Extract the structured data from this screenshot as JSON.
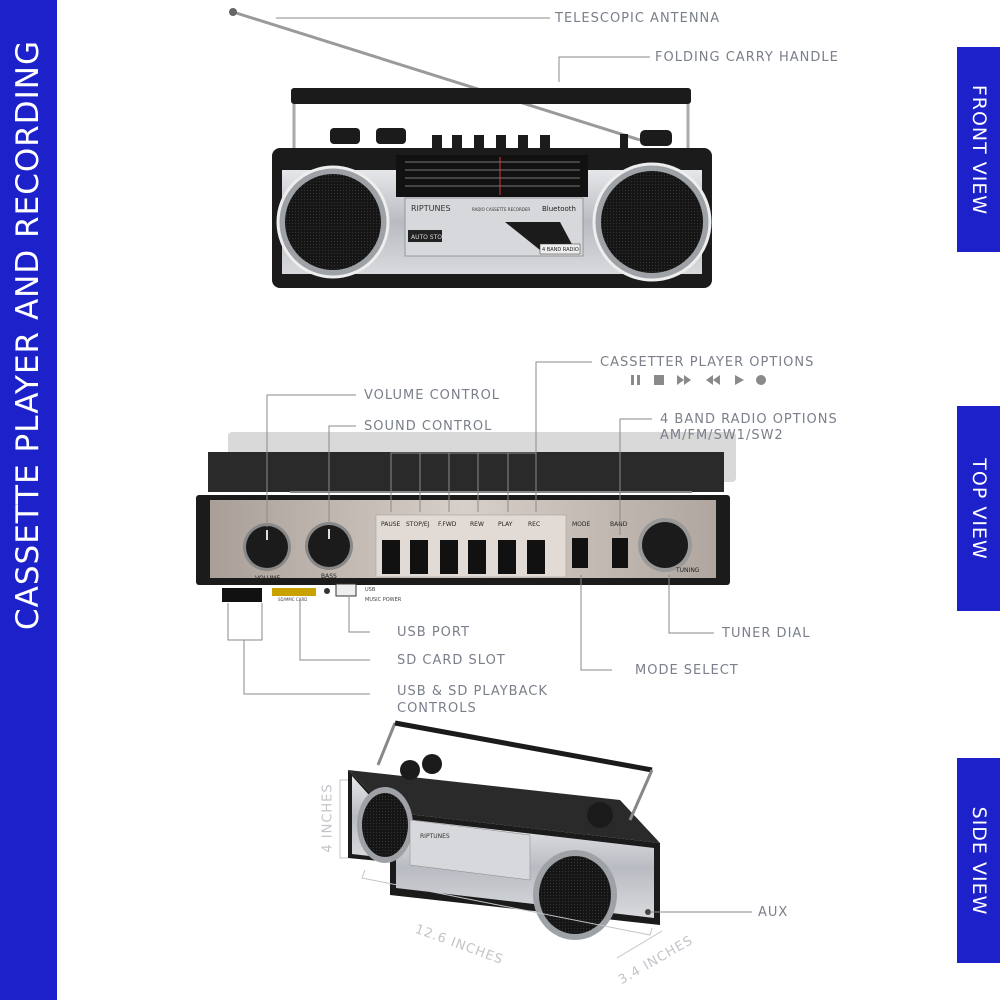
{
  "title": "CASSETTE PLAYER AND RECORDING",
  "views": {
    "front": "FRONT VIEW",
    "top": "TOP VIEW",
    "side": "SIDE VIEW"
  },
  "labels": {
    "antenna": "TELESCOPIC ANTENNA",
    "handle": "FOLDING CARRY HANDLE",
    "cassette_options": "CASSETTER PLAYER OPTIONS",
    "volume": "VOLUME CONTROL",
    "sound": "SOUND CONTROL",
    "radio_options": "4 BAND RADIO OPTIONS",
    "radio_bands": "AM/FM/SW1/SW2",
    "usb_port": "USB PORT",
    "sd_slot": "SD CARD SLOT",
    "usb_sd_controls_1": "USB & SD PLAYBACK",
    "usb_sd_controls_2": "CONTROLS",
    "mode_select": "MODE SELECT",
    "tuner_dial": "TUNER DIAL",
    "aux": "AUX"
  },
  "dimensions": {
    "height": "4 INCHES",
    "width": "12.6 INCHES",
    "depth": "3.4 INCHES"
  },
  "device": {
    "brand": "RIPTUNES",
    "subtitle": "RADIO CASSETTE RECORDER",
    "bluetooth": "Bluetooth",
    "auto_stop": "AUTO STOP",
    "band_badge": "4 BAND RADIO",
    "buttons": [
      "PAUSE",
      "STOP/EJ",
      "F.FWD",
      "REW",
      "PLAY",
      "REC"
    ],
    "mode": "MODE",
    "band": "BAND",
    "tuning": "TUNING",
    "volume": "VOLUME",
    "bass": "BASS",
    "usb_text": "USB",
    "music_power": "MUSIC POWER",
    "sd_text": "SD/MMC CARD"
  },
  "colors": {
    "accent": "#1d21c9",
    "label": "#7a7f8a",
    "line": "#8a8a8a",
    "silver": "#c9cbcf",
    "body": "#1b1b1b"
  },
  "icons": [
    "pause-icon",
    "stop-icon",
    "fast-forward-icon",
    "rewind-icon",
    "play-icon",
    "record-icon"
  ]
}
